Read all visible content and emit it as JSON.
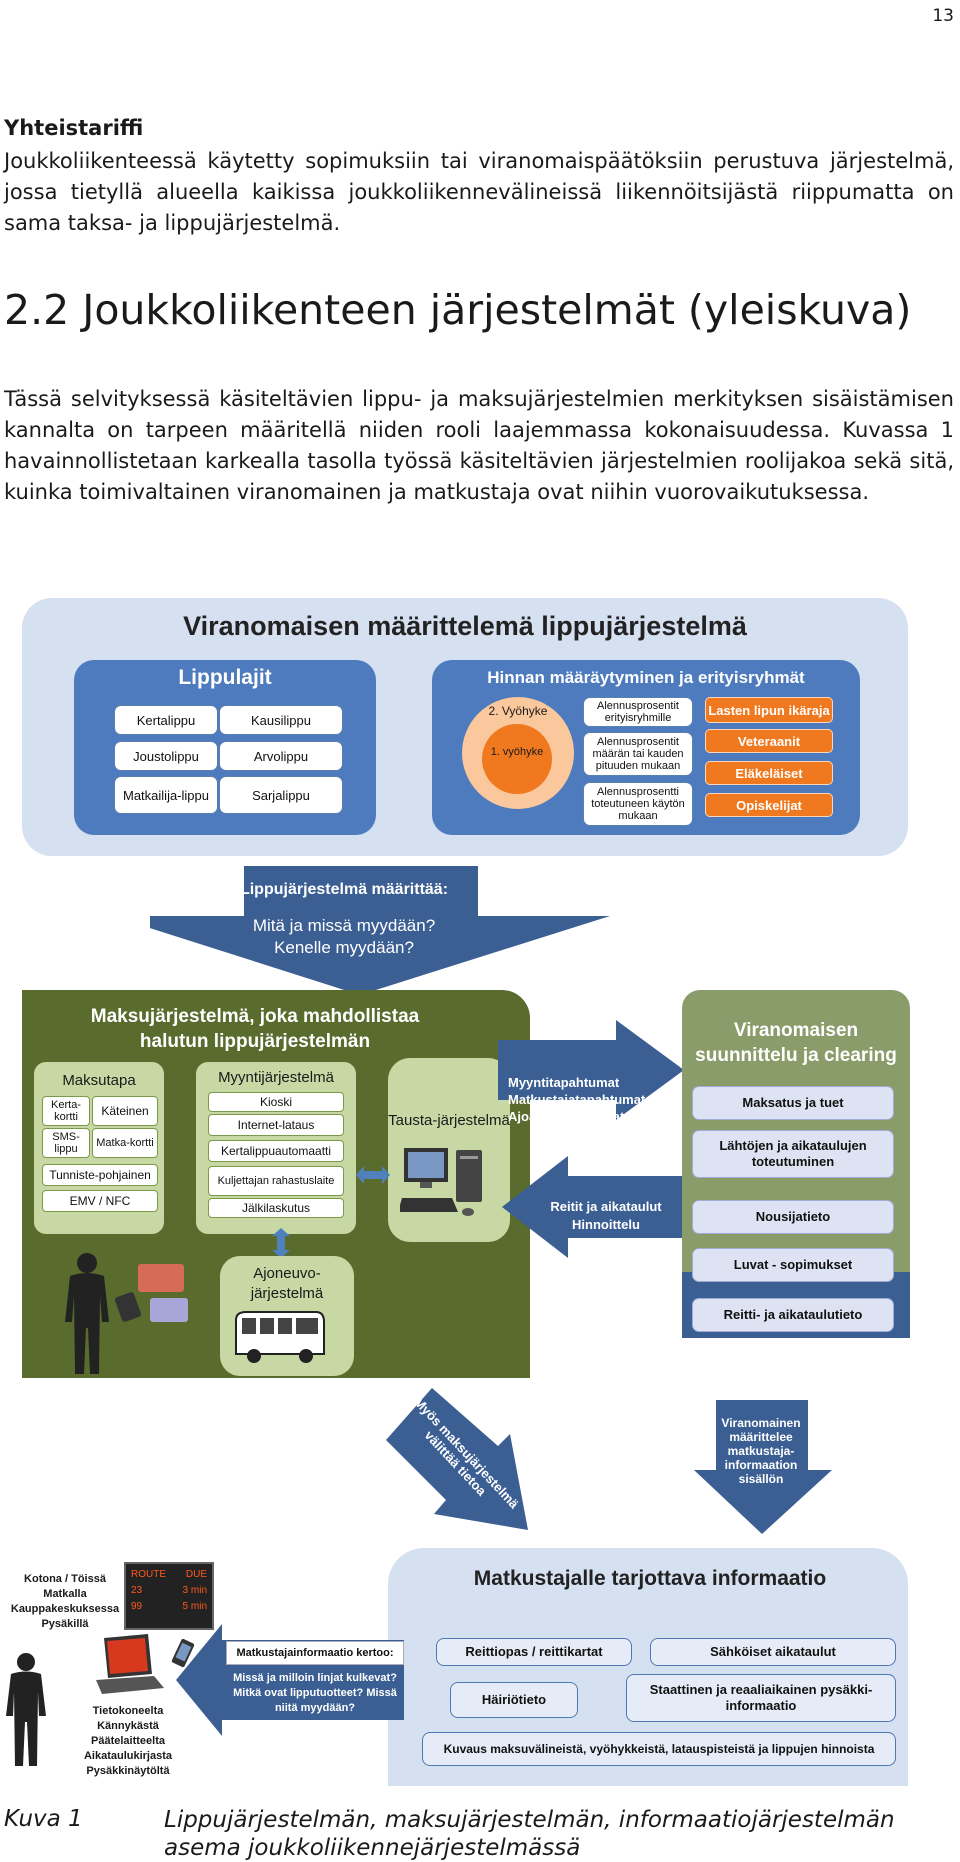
{
  "page_number": "13",
  "term": {
    "title": "Yhteistariffi",
    "definition": "Joukkoliikenteessä käytetty sopimuksiin tai viranomaispäätöksiin perustuva järjestelmä, jossa tietyllä alueella kaikissa joukkoliikennevälineissä liikennöitsijästä riippumatta on sama taksa- ja lippujärjestelmä."
  },
  "section": {
    "heading": "2.2 Joukkoliikenteen järjestelmät (yleiskuva)",
    "paragraph": "Tässä selvityksessä käsiteltävien lippu- ja maksujärjestelmien merkityksen sisäistämisen kannalta on tarpeen määritellä niiden rooli laajemmassa kokonaisuudessa. Kuvassa 1 havainnollistetaan karkealla tasolla työssä käsiteltävien järjestelmien roolijakoa sekä sitä, kuinka toimivaltainen viranomainen ja matkustaja ovat niihin vuorovaikutuksessa."
  },
  "figure": {
    "top": {
      "title": "Viranomaisen määrittelemä lippujärjestelmä",
      "lippulajit": {
        "title": "Lippulajit",
        "left": [
          "Kertalippu",
          "Joustolippu",
          "Matkailija-lippu"
        ],
        "right": [
          "Kausilippu",
          "Arvolippu",
          "Sarjalippu"
        ]
      },
      "hinnan": {
        "title": "Hinnan määräytyminen ja erityisryhmät",
        "zone_outer": "2. Vyöhyke",
        "zone_inner": "1. vyöhyke",
        "discounts": [
          "Alennusprosentit erityisryhmille",
          "Alennusprosentit määrän tai kauden pituuden mukaan",
          "Alennusprosentti toteutuneen käytön mukaan"
        ],
        "groups": [
          "Lasten lipun ikäraja",
          "Veteraanit",
          "Eläkeläiset",
          "Opiskelijat"
        ]
      }
    },
    "defines_arrow": {
      "line1": "Lippujärjestelmä määrittää:",
      "line2": "Mitä ja missä myydään?",
      "line3": "Kenelle myydään?"
    },
    "middle": {
      "title": "Maksujärjestelmä, joka mahdollistaa halutun lippujärjestelmän",
      "maksutapa": {
        "title": "Maksutapa",
        "items": [
          "Kerta-kortti",
          "Käteinen",
          "SMS-lippu",
          "Matka-kortti",
          "Tunniste-pohjainen",
          "EMV / NFC"
        ]
      },
      "myynti": {
        "title": "Myyntijärjestelmä",
        "items": [
          "Kioski",
          "Internet-lataus",
          "Kertalippuautomaatti",
          "Kuljettajan rahastuslaite",
          "Jälkilaskutus"
        ]
      },
      "tausta": "Tausta-järjestelmä",
      "ajoneuvo": "Ajoneuvo-järjestelmä",
      "arrow_right": [
        "Myyntitapahtumat",
        "Matkustajatapahtumat",
        "Ajoaikatapahtumat"
      ],
      "arrow_left": [
        "Reitit ja aikataulut",
        "Hinnoittelu"
      ]
    },
    "authority": {
      "title": "Viranomaisen suunnittelu ja clearing",
      "items": [
        "Maksatus ja tuet",
        "Lähtöjen ja aikataulujen toteutuminen",
        "Nousijatieto",
        "Luvat - sopimukset",
        "Reitti- ja aikataulutieto"
      ]
    },
    "diag_arrows": {
      "left": "Myös maksujärjestelmä välittää tietoa",
      "right": "Viranomainen määrittelee matkustaja-informaation sisällön"
    },
    "bottom": {
      "title": "Matkustajalle tarjottava informaatio",
      "place_top": "Kotona / Töissä Matkalla Kauppakeskuksessa Pysäkillä",
      "place_bottom": "Tietokoneelta Kännykästä Päätelaitteelta Aikataulukirjasta Pysäkkinäytöltä",
      "display_rows": [
        [
          "ROUTE",
          "DUE"
        ],
        [
          "23",
          "3 min"
        ],
        [
          "99",
          "5 min"
        ]
      ],
      "arrow_head": "Matkustajainformaatio kertoo:",
      "arrow_body": "Missä ja milloin linjat kulkevat? Mitkä ovat lipputuotteet? Missä niitä myydään?",
      "items": [
        "Reittiopas / reittikartat",
        "Sähköiset aikataulut",
        "Häiriötieto",
        "Staattinen ja reaaliaikainen pysäkki-informaatio",
        "Kuvaus maksuvälineistä, vyöhykkeistä, latauspisteistä ja lippujen hinnoista"
      ]
    }
  },
  "caption": {
    "label": "Kuva 1",
    "text": "Lippujärjestelmän, maksujärjestelmän, informaatiojärjestelmän asema joukkoliikennejärjestelmässä"
  },
  "colors": {
    "pale_blue": "#d5e0f0",
    "mid_blue": "#4d7bbd",
    "dark_blue": "#3b5e93",
    "dark_green": "#5a6b2e",
    "light_green": "#c8d8a4",
    "orange": "#f0791f",
    "peach": "#fbc79c"
  }
}
